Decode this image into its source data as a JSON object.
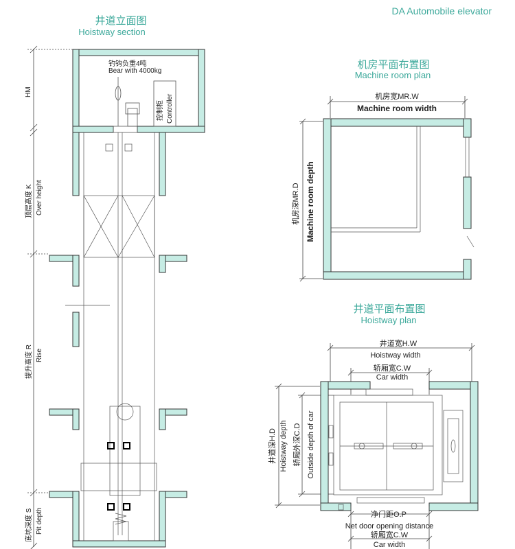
{
  "brand": "DA Automobile elevator",
  "colors": {
    "wall": "#c6ece4",
    "wall_stroke": "#333333",
    "title": "#3ba89a",
    "line": "#555555"
  },
  "section": {
    "title_cn": "井道立面图",
    "title_en": "Hoistway section",
    "hook_cn": "钓钩负重4吨",
    "hook_en": "Bear with 4000kg",
    "controller_cn": "控制柜",
    "controller_en": "Controller",
    "dim_hm": "HM",
    "dim_k_cn": "顶层高度 K",
    "dim_k_en": "Over height",
    "dim_r_cn": "提升高度 R",
    "dim_r_en": "Rise",
    "dim_s_cn": "底坑深度 S",
    "dim_s_en": "Pit depth"
  },
  "machine_room": {
    "title_cn": "机房平面布置图",
    "title_en": "Machine room plan",
    "width_cn": "机房宽MR.W",
    "width_en": "Machine room width",
    "depth_cn": "机房深MR.D",
    "depth_en": "Machine room depth"
  },
  "hoistway_plan": {
    "title_cn": "井道平面布置图",
    "title_en": "Hoistway plan",
    "hw_cn": "井道宽H.W",
    "hw_en": "Hoistway width",
    "cw_cn": "轿厢宽C.W",
    "cw_en": "Car width",
    "hd_cn": "井道深H.D",
    "hd_en": "Hoistway depth",
    "cd_cn": "轿厢外深C.D",
    "cd_en": "Outside depth of car",
    "op_cn": "净门距O.P",
    "op_en": "Net door opening distance",
    "cw2_cn": "轿厢宽C.W",
    "cw2_en": "Car width"
  }
}
